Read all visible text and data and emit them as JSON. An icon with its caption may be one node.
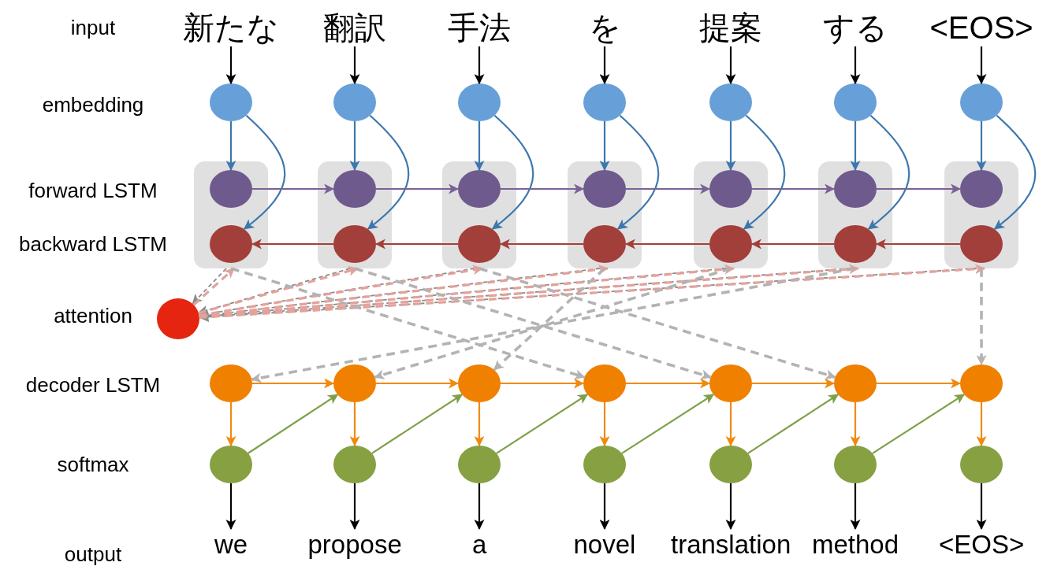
{
  "diagram": {
    "nodes": [
      {
        "text": [
          "新たな"
        ]
      },
      {
        "text": [
          "翻訳"
        ]
      },
      {
        "text": [
          "手法"
        ]
      },
      {
        "text": [
          "を"
        ]
      },
      {
        "text": [
          "提案"
        ]
      },
      {
        "text": [
          "する"
        ]
      },
      {
        "text": [
          "<EOS>"
        ]
      },
      {
        "text": [],
        "shape": "circle"
      },
      {
        "text": [],
        "shape": "circle"
      },
      {
        "text": [],
        "shape": "circle"
      },
      {
        "text": [],
        "shape": "circle"
      },
      {
        "text": [],
        "shape": "circle"
      },
      {
        "text": [],
        "shape": "circle"
      },
      {
        "text": [],
        "shape": "circle"
      },
      {
        "text": [],
        "shape": "box"
      },
      {
        "text": [],
        "shape": "circle",
        "in": 14
      },
      {
        "text": [],
        "shape": "circle",
        "in": 14
      },
      {
        "text": [],
        "shape": "box"
      },
      {
        "text": [],
        "shape": "circle",
        "in": 17
      },
      {
        "text": [],
        "shape": "circle",
        "in": 17
      },
      {
        "text": [],
        "shape": "box"
      },
      {
        "text": [],
        "shape": "circle",
        "in": 20
      },
      {
        "text": [],
        "shape": "circle",
        "in": 20
      },
      {
        "text": [],
        "shape": "box"
      },
      {
        "text": [],
        "shape": "circle",
        "in": 23
      },
      {
        "text": [],
        "shape": "circle",
        "in": 23
      },
      {
        "text": [],
        "shape": "box"
      },
      {
        "text": [],
        "shape": "circle",
        "in": 26
      },
      {
        "text": [],
        "shape": "circle",
        "in": 26
      },
      {
        "text": [],
        "shape": "box"
      },
      {
        "text": [],
        "shape": "circle",
        "in": 29
      },
      {
        "text": [],
        "shape": "circle",
        "in": 29
      },
      {
        "text": [],
        "shape": "box"
      },
      {
        "text": [],
        "shape": "circle",
        "in": 32
      },
      {
        "text": [],
        "shape": "circle",
        "in": 32
      },
      {
        "text": [],
        "shape": "circle"
      },
      {
        "text": [],
        "shape": "circle"
      },
      {
        "text": [],
        "shape": "circle"
      },
      {
        "text": [],
        "shape": "circle"
      },
      {
        "text": [],
        "shape": "circle"
      },
      {
        "text": [],
        "shape": "circle"
      },
      {
        "text": [],
        "shape": "circle"
      },
      {
        "text": [],
        "shape": "circle"
      },
      {
        "text": [],
        "shape": "circle"
      },
      {
        "text": [],
        "shape": "circle"
      },
      {
        "text": [],
        "shape": "circle"
      },
      {
        "text": [],
        "shape": "circle"
      },
      {
        "text": [],
        "shape": "circle"
      },
      {
        "text": [],
        "shape": "circle"
      },
      {
        "text": [],
        "shape": "circle"
      },
      {
        "text": [
          "we"
        ]
      },
      {
        "text": [
          "propose"
        ]
      },
      {
        "text": [
          "a"
        ]
      },
      {
        "text": [
          "novel"
        ]
      },
      {
        "text": [
          "translation"
        ]
      },
      {
        "text": [
          "method"
        ]
      },
      {
        "text": [
          "<EOS>"
        ]
      }
    ],
    "edges": [
      {
        "from": 0,
        "to": 7,
        "arrow": "to"
      },
      {
        "from": 1,
        "to": 8,
        "arrow": "to"
      },
      {
        "from": 2,
        "to": 9,
        "arrow": "to"
      },
      {
        "from": 3,
        "to": 10,
        "arrow": "to"
      },
      {
        "from": 4,
        "to": 11,
        "arrow": "to"
      },
      {
        "from": 5,
        "to": 12,
        "arrow": "to"
      },
      {
        "from": 6,
        "to": 13,
        "arrow": "to"
      },
      {
        "from": 7,
        "to": 15,
        "arrow": "to",
        "color": "#3d77ad"
      },
      {
        "from": 7,
        "to": 16,
        "arrow": "to",
        "color": "#3d77ad"
      },
      {
        "from": 8,
        "to": 18,
        "arrow": "to",
        "color": "#3d77ad"
      },
      {
        "from": 8,
        "to": 19,
        "arrow": "to",
        "color": "#3d77ad"
      },
      {
        "from": 9,
        "to": 21,
        "arrow": "to",
        "color": "#3d77ad"
      },
      {
        "from": 9,
        "to": 22,
        "arrow": "to",
        "color": "#3d77ad"
      },
      {
        "from": 10,
        "to": 24,
        "arrow": "to",
        "color": "#3d77ad"
      },
      {
        "from": 10,
        "to": 25,
        "arrow": "to",
        "color": "#3d77ad"
      },
      {
        "from": 11,
        "to": 27,
        "arrow": "to",
        "color": "#3d77ad"
      },
      {
        "from": 11,
        "to": 28,
        "arrow": "to",
        "color": "#3d77ad"
      },
      {
        "from": 12,
        "to": 30,
        "arrow": "to",
        "color": "#3d77ad"
      },
      {
        "from": 12,
        "to": 31,
        "arrow": "to",
        "color": "#3d77ad"
      },
      {
        "from": 13,
        "to": 33,
        "arrow": "to",
        "color": "#3d77ad"
      },
      {
        "from": 13,
        "to": 34,
        "arrow": "to",
        "color": "#3d77ad"
      },
      {
        "from": 15,
        "to": 18,
        "arrow": "to",
        "color": "#7a6296"
      },
      {
        "from": 18,
        "to": 21,
        "arrow": "to",
        "color": "#7a6296"
      },
      {
        "from": 21,
        "to": 24,
        "arrow": "to",
        "color": "#7a6296"
      },
      {
        "from": 24,
        "to": 27,
        "arrow": "to",
        "color": "#7a6296"
      },
      {
        "from": 27,
        "to": 30,
        "arrow": "to",
        "color": "#7a6296"
      },
      {
        "from": 30,
        "to": 33,
        "arrow": "to",
        "color": "#7a6296"
      },
      {
        "from": 19,
        "to": 16,
        "arrow": "to",
        "color": "#a33f3a"
      },
      {
        "from": 22,
        "to": 19,
        "arrow": "to",
        "color": "#a33f3a"
      },
      {
        "from": 25,
        "to": 22,
        "arrow": "to",
        "color": "#a33f3a"
      },
      {
        "from": 28,
        "to": 25,
        "arrow": "to",
        "color": "#a33f3a"
      },
      {
        "from": 31,
        "to": 28,
        "arrow": "to",
        "color": "#a33f3a"
      },
      {
        "from": 34,
        "to": 31,
        "arrow": "to",
        "color": "#a33f3a"
      },
      {
        "from": 14,
        "to": 35,
        "arrow": "to",
        "style": "dashed",
        "color": "#8c8c8c"
      },
      {
        "from": 17,
        "to": 35,
        "arrow": "to",
        "style": "dashed",
        "color": "#8c8c8c"
      },
      {
        "from": 20,
        "to": 35,
        "arrow": "to",
        "style": "dashed",
        "color": "#8c8c8c"
      },
      {
        "from": 23,
        "to": 35,
        "arrow": "to",
        "style": "dashed",
        "color": "#8c8c8c"
      },
      {
        "from": 26,
        "to": 35,
        "arrow": "to",
        "style": "dashed",
        "color": "#8c8c8c"
      },
      {
        "from": 29,
        "to": 35,
        "arrow": "to",
        "style": "dashed",
        "color": "#8c8c8c"
      },
      {
        "from": 32,
        "to": 35,
        "arrow": "to",
        "style": "dashed",
        "color": "#8c8c8c"
      },
      {
        "from": 35,
        "to": 14,
        "arrow": "to",
        "style": "dashed",
        "color": "#e3a29c"
      },
      {
        "from": 35,
        "to": 17,
        "arrow": "to",
        "style": "dashed",
        "color": "#e3a29c"
      },
      {
        "from": 35,
        "to": 20,
        "arrow": "to",
        "style": "dashed",
        "color": "#e3a29c"
      },
      {
        "from": 35,
        "to": 23,
        "arrow": "to",
        "style": "dashed",
        "color": "#e3a29c"
      },
      {
        "from": 35,
        "to": 26,
        "arrow": "to",
        "style": "dashed",
        "color": "#e3a29c"
      },
      {
        "from": 35,
        "to": 29,
        "arrow": "to",
        "style": "dashed",
        "color": "#e3a29c"
      },
      {
        "from": 35,
        "to": 32,
        "arrow": "to",
        "style": "dashed",
        "color": "#e3a29c"
      },
      {
        "from": 29,
        "to": 36,
        "arrow": "to",
        "style": "dashed",
        "color": "#b3b3b3"
      },
      {
        "from": 26,
        "to": 37,
        "arrow": "to",
        "style": "dashed",
        "color": "#b3b3b3"
      },
      {
        "from": 23,
        "to": 38,
        "arrow": "to",
        "style": "dashed",
        "color": "#b3b3b3"
      },
      {
        "from": 14,
        "to": 39,
        "arrow": "to",
        "style": "dashed",
        "color": "#b3b3b3"
      },
      {
        "from": 17,
        "to": 40,
        "arrow": "to",
        "style": "dashed",
        "color": "#b3b3b3"
      },
      {
        "from": 20,
        "to": 41,
        "arrow": "to",
        "style": "dashed",
        "color": "#b3b3b3"
      },
      {
        "from": 32,
        "to": 42,
        "arrow": "to",
        "style": "dashed",
        "color": "#b3b3b3"
      },
      {
        "from": 36,
        "to": 37,
        "arrow": "to",
        "color": "#f08a0c"
      },
      {
        "from": 37,
        "to": 38,
        "arrow": "to",
        "color": "#f08a0c"
      },
      {
        "from": 38,
        "to": 39,
        "arrow": "to",
        "color": "#f08a0c"
      },
      {
        "from": 39,
        "to": 40,
        "arrow": "to",
        "color": "#f08a0c"
      },
      {
        "from": 40,
        "to": 41,
        "arrow": "to",
        "color": "#f08a0c"
      },
      {
        "from": 41,
        "to": 42,
        "arrow": "to",
        "color": "#f08a0c"
      },
      {
        "from": 36,
        "to": 43,
        "arrow": "to",
        "color": "#f08a0c"
      },
      {
        "from": 37,
        "to": 44,
        "arrow": "to",
        "color": "#f08a0c"
      },
      {
        "from": 38,
        "to": 45,
        "arrow": "to",
        "color": "#f08a0c"
      },
      {
        "from": 39,
        "to": 46,
        "arrow": "to",
        "color": "#f08a0c"
      },
      {
        "from": 40,
        "to": 47,
        "arrow": "to",
        "color": "#f08a0c"
      },
      {
        "from": 41,
        "to": 48,
        "arrow": "to",
        "color": "#f08a0c"
      },
      {
        "from": 42,
        "to": 49,
        "arrow": "to",
        "color": "#f08a0c"
      },
      {
        "from": 43,
        "to": 37,
        "arrow": "to",
        "color": "#7ea04a"
      },
      {
        "from": 44,
        "to": 38,
        "arrow": "to",
        "color": "#7ea04a"
      },
      {
        "from": 45,
        "to": 39,
        "arrow": "to",
        "color": "#7ea04a"
      },
      {
        "from": 46,
        "to": 40,
        "arrow": "to",
        "color": "#7ea04a"
      },
      {
        "from": 47,
        "to": 41,
        "arrow": "to",
        "color": "#7ea04a"
      },
      {
        "from": 48,
        "to": 42,
        "arrow": "to",
        "color": "#7ea04a"
      },
      {
        "from": 43,
        "to": 50,
        "arrow": "to"
      },
      {
        "from": 44,
        "to": 51,
        "arrow": "to"
      },
      {
        "from": 45,
        "to": 52,
        "arrow": "to"
      },
      {
        "from": 46,
        "to": 53,
        "arrow": "to"
      },
      {
        "from": 47,
        "to": 54,
        "arrow": "to"
      },
      {
        "from": 48,
        "to": 55,
        "arrow": "to"
      },
      {
        "from": 49,
        "to": 56,
        "arrow": "to"
      }
    ],
    "labels": [
      "input",
      "embedding",
      "forward LSTM",
      "backward LSTM",
      "attention",
      "decoder LSTM",
      "softmax",
      "output"
    ]
  }
}
